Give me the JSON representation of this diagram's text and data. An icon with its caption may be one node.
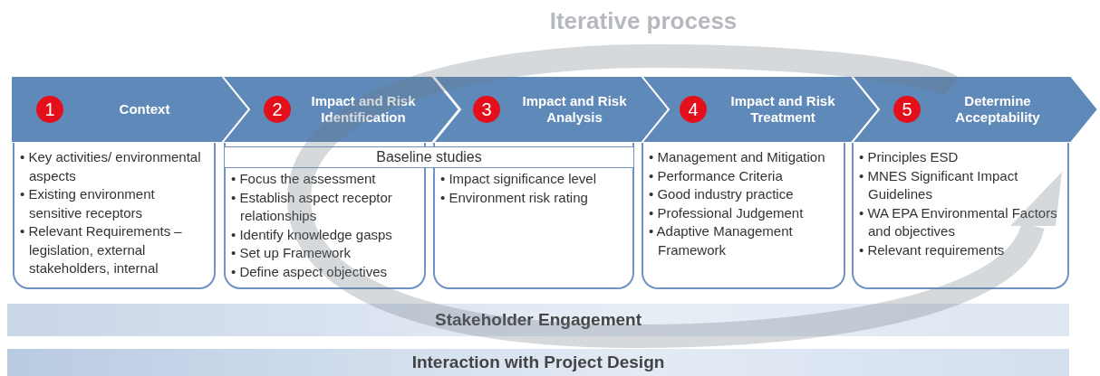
{
  "diagram": {
    "nodes": [
      {
        "text": [
          "Context"
        ]
      },
      {
        "text": [
          "1"
        ],
        "in": 0
      },
      {
        "text": [
          "Impact and Risk Identification"
        ]
      },
      {
        "text": [
          "2"
        ],
        "in": 2
      },
      {
        "text": [
          "Impact and Risk Analysis"
        ]
      },
      {
        "text": [
          "3"
        ],
        "in": 4
      },
      {
        "text": [
          "Impact and Risk Treatment"
        ]
      },
      {
        "text": [
          "4"
        ],
        "in": 6
      },
      {
        "text": [
          "Determine Acceptability"
        ]
      },
      {
        "text": [
          "5"
        ],
        "in": 8
      },
      {
        "text": [
          "• Key activities/ environmental aspects",
          "• Existing environment sensitive receptors",
          "• Relevant Requirements – legislation, external stakeholders, internal"
        ]
      },
      {
        "text": [
          "Baseline studies"
        ]
      },
      {
        "text": [
          "• Focus the assessment",
          "• Establish aspect receptor relationships",
          "• Identify knowledge gasps",
          "• Set up Framework",
          "• Define aspect objectives"
        ]
      },
      {
        "text": [
          "• Impact significance level",
          "• Environment risk rating"
        ]
      },
      {
        "text": [
          "• Management and Mitigation",
          "• Performance Criteria",
          "• Good industry practice",
          "• Professional Judgement",
          "• Adaptive Management Framework"
        ]
      },
      {
        "text": [
          "• Principles ESD",
          "• MNES Significant Impact Guidelines",
          "• WA EPA Environmental Factors and objectives",
          "• Relevant requirements"
        ]
      },
      {
        "text": [
          "Stakeholder Engagement"
        ]
      },
      {
        "text": [
          "Interaction with Project Design"
        ]
      }
    ],
    "labels": [
      "Iterative process"
    ]
  }
}
